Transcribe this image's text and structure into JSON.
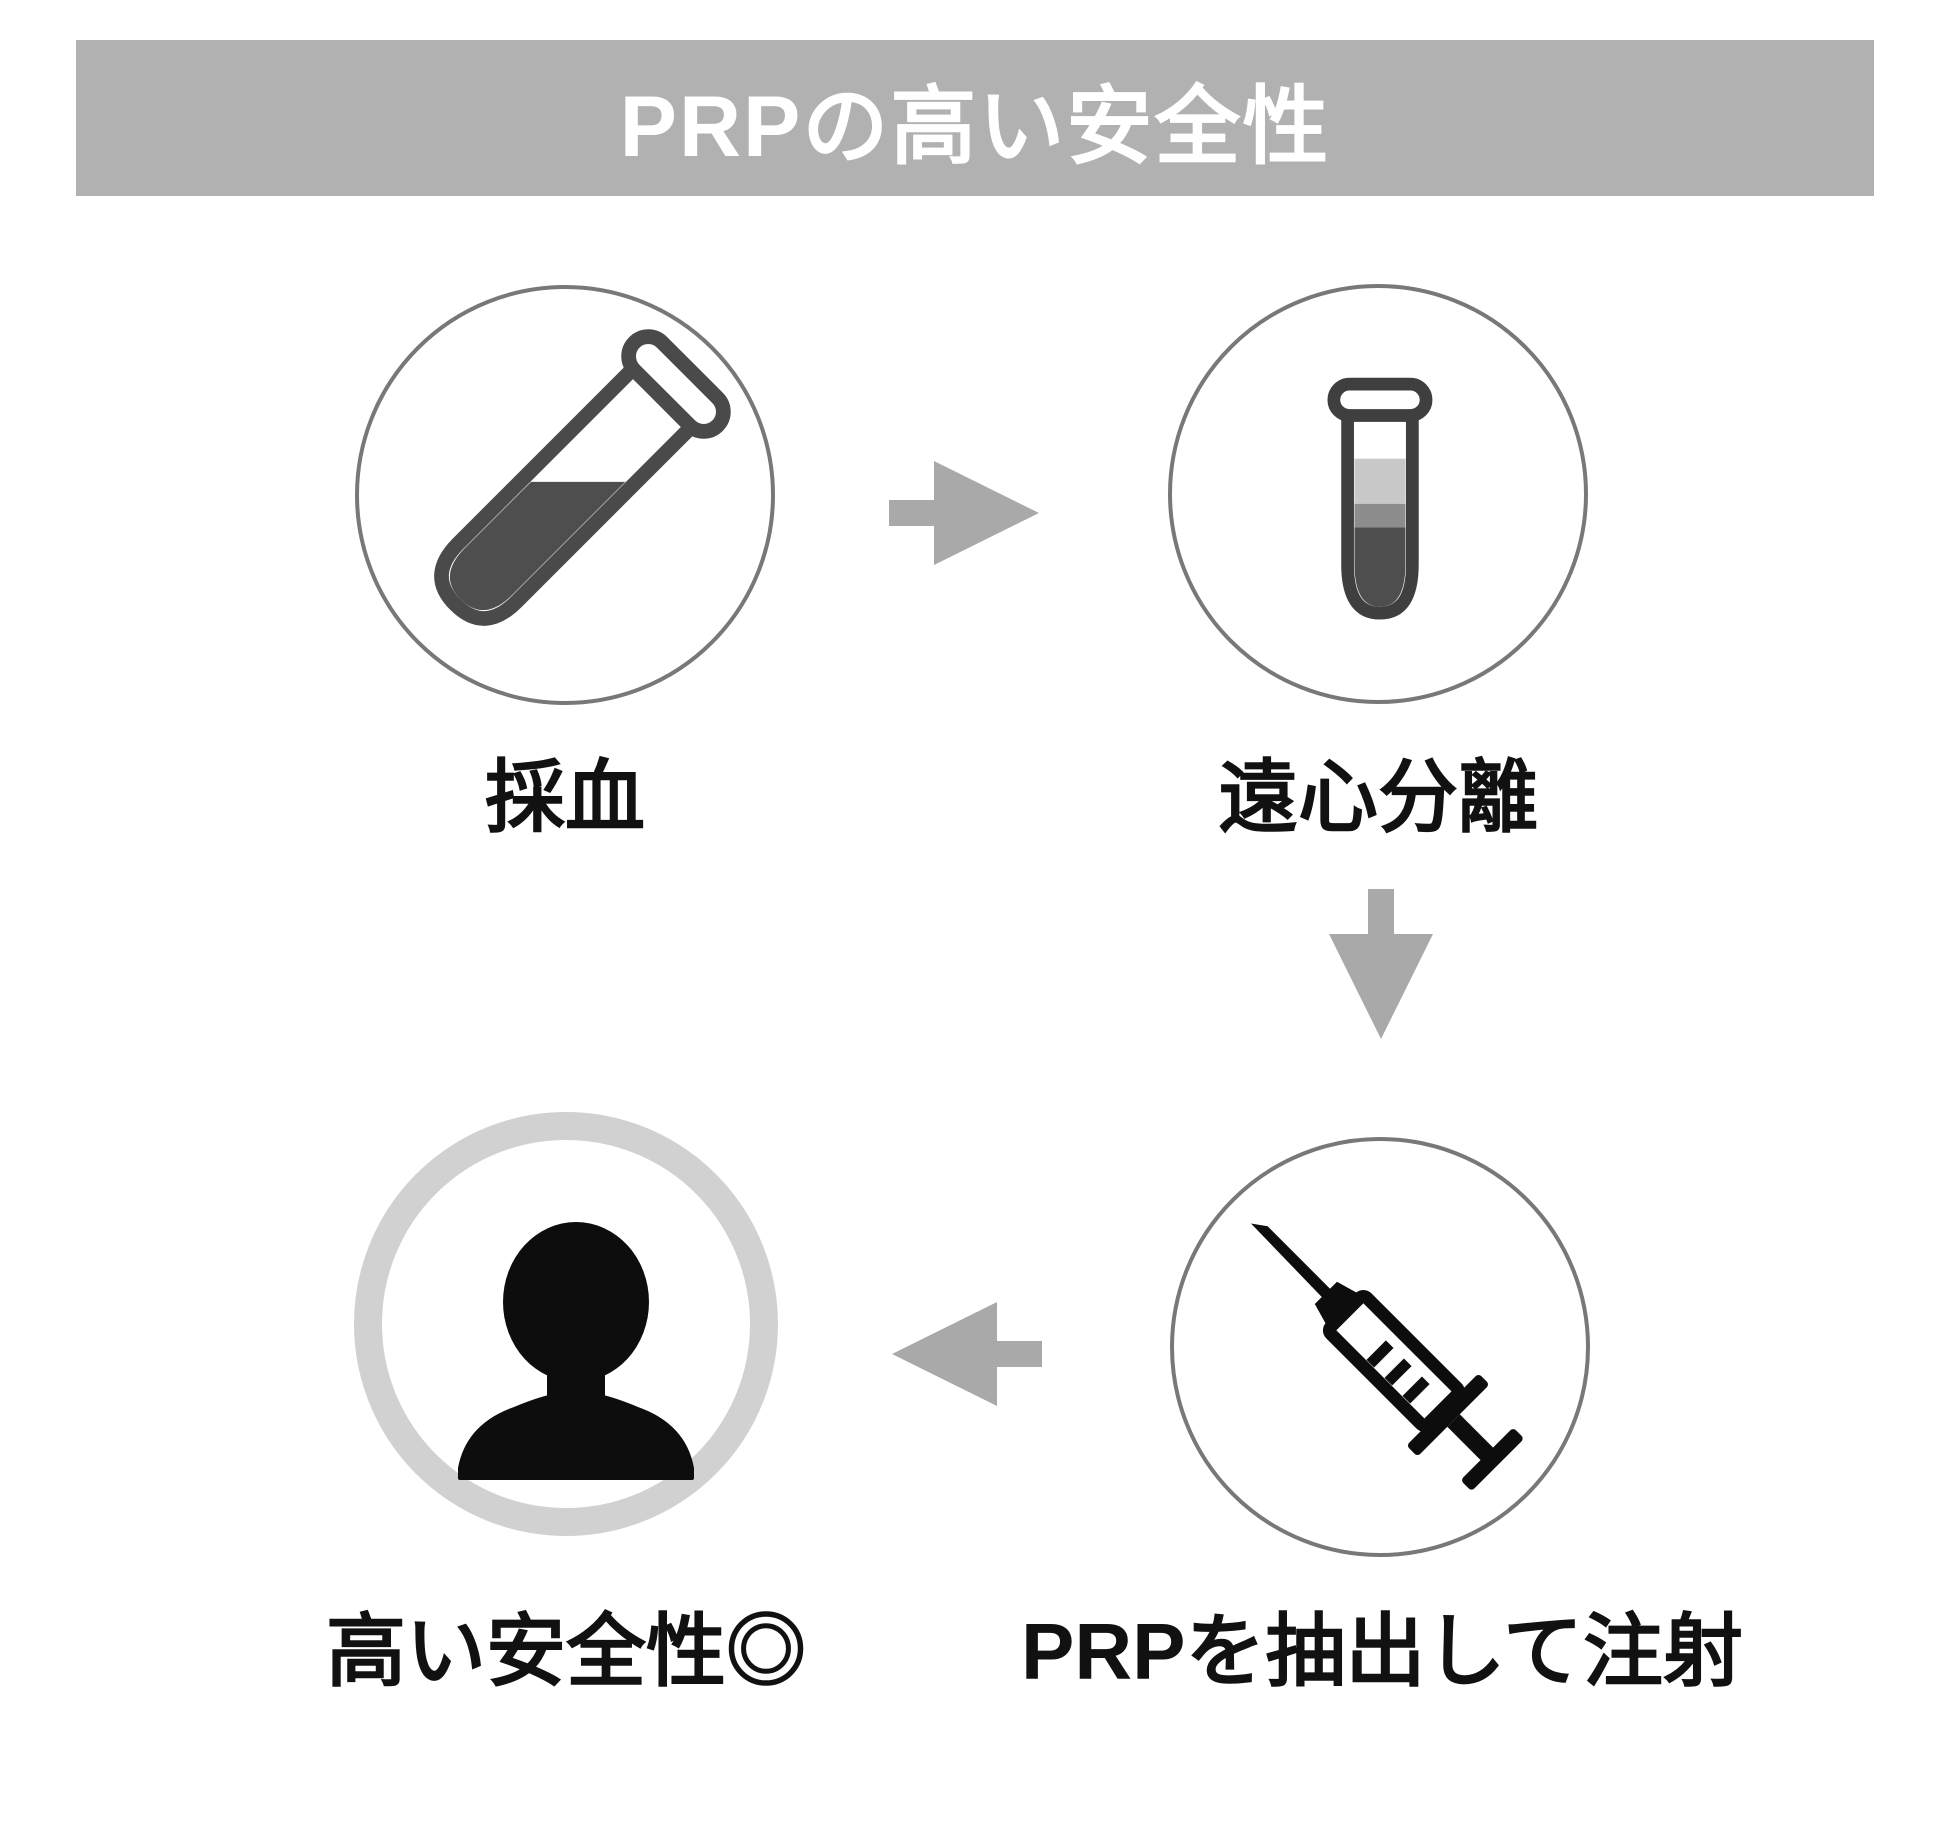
{
  "header": {
    "title": "PRPの高い安全性"
  },
  "flow": {
    "steps": [
      {
        "name": "blood-draw",
        "label": "採血",
        "icon": "test-tube-icon"
      },
      {
        "name": "centrifuge",
        "label": "遠心分離",
        "icon": "centrifuge-tube-icon"
      },
      {
        "name": "inject",
        "label": "PRPを抽出して注射",
        "icon": "syringe-icon"
      },
      {
        "name": "safety",
        "label": "高い安全性◎",
        "icon": "person-icon"
      }
    ],
    "arrows": [
      {
        "name": "arrow-right",
        "direction": "right"
      },
      {
        "name": "arrow-down",
        "direction": "down"
      },
      {
        "name": "arrow-left",
        "direction": "left"
      }
    ]
  },
  "colors": {
    "page_bg": "#ffffff",
    "title_bar_bg": "#b1b1b1",
    "title_text": "#ffffff",
    "arrow_color": "#a9a9a9",
    "circle_stroke": "#787878",
    "ring_color": "#d1d1d1",
    "label_text": "#111111",
    "icon_dark": "#4a4a4a",
    "icon_black": "#0d0d0d",
    "layer_light": "#c8c8c8",
    "layer_mid": "#8d8d8d",
    "layer_dark": "#4e4e4e"
  }
}
